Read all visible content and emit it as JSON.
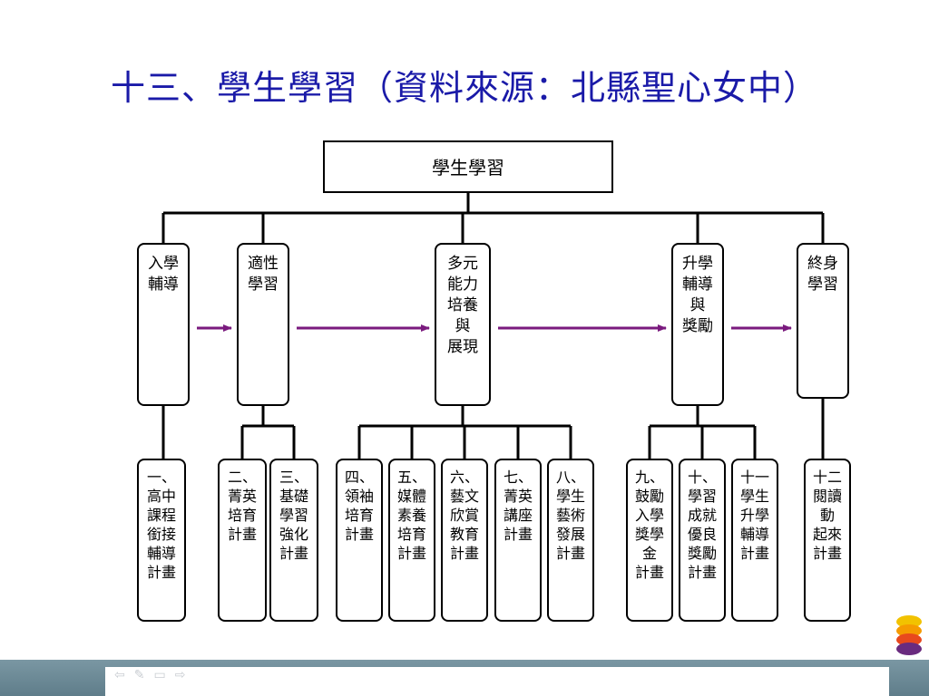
{
  "slide": {
    "title": "十三、學生學習（資料來源：北縣聖心女中）"
  },
  "org_chart": {
    "root": "學生學習",
    "branches": [
      {
        "label": "入學\n輔導",
        "children": [
          "一、\n高中\n課程\n銜接\n輔導\n計畫"
        ]
      },
      {
        "label": "適性\n學習",
        "children": [
          "二、\n菁英\n培育\n計畫",
          "三、\n基礎\n學習\n強化\n計畫"
        ]
      },
      {
        "label": "多元\n能力\n培養\n與\n展現",
        "children": [
          "四、\n領袖\n培育\n計畫",
          "五、\n媒體\n素養\n培育\n計畫",
          "六、\n藝文\n欣賞\n教育\n計畫",
          "七、\n菁英\n講座\n計畫",
          "八、\n學生\n藝術\n發展\n計畫"
        ]
      },
      {
        "label": "升學\n輔導\n與\n獎勵",
        "children": [
          "九、\n鼓勵\n入學\n獎學\n金\n計畫",
          "十、\n學習\n成就\n優良\n獎勵\n計畫",
          "十一\n學生\n升學\n輔導\n計畫"
        ]
      },
      {
        "label": "終身\n學習",
        "children": [
          "十二\n閱讀\n動\n起來\n計畫"
        ]
      }
    ]
  },
  "colors": {
    "title": "#1a1aa8",
    "arrow": "#7a1a7e",
    "band": "#6f8b98"
  },
  "icons": [
    "nav-back-icon",
    "nav-pen-icon",
    "nav-menu-icon",
    "nav-forward-icon"
  ]
}
